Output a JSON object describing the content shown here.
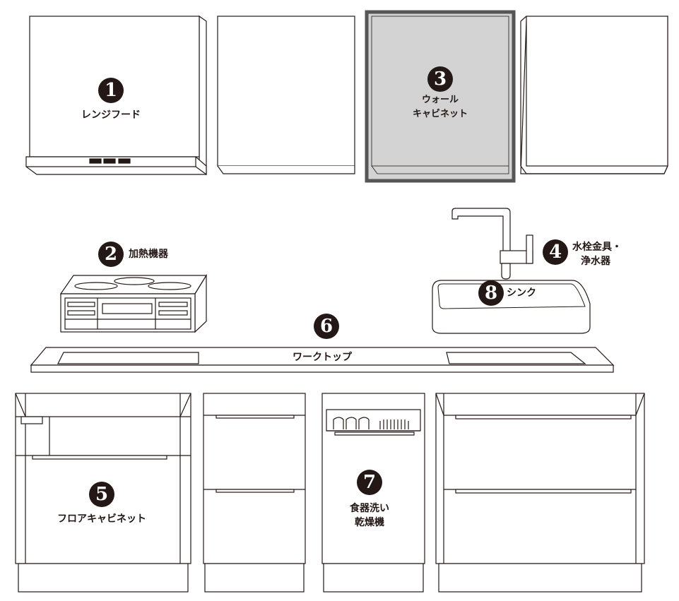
{
  "items": [
    {
      "number": "1",
      "label": "レンジフード"
    },
    {
      "number": "2",
      "label": "加熱機器"
    },
    {
      "number": "3",
      "label_lines": [
        "ウォール",
        "キャビネット"
      ]
    },
    {
      "number": "4",
      "label_lines": [
        "水栓金具・",
        "浄水器"
      ]
    },
    {
      "number": "5",
      "label": "フロアキャビネット"
    },
    {
      "number": "6",
      "label": "ワークトップ"
    },
    {
      "number": "7",
      "label_lines": [
        "食器洗い",
        "乾燥機"
      ]
    },
    {
      "number": "8",
      "label": "シンク"
    }
  ],
  "colors": {
    "ink": "#231815",
    "highlight_fill": "#d3d3d3",
    "highlight_frame": "#555555"
  }
}
